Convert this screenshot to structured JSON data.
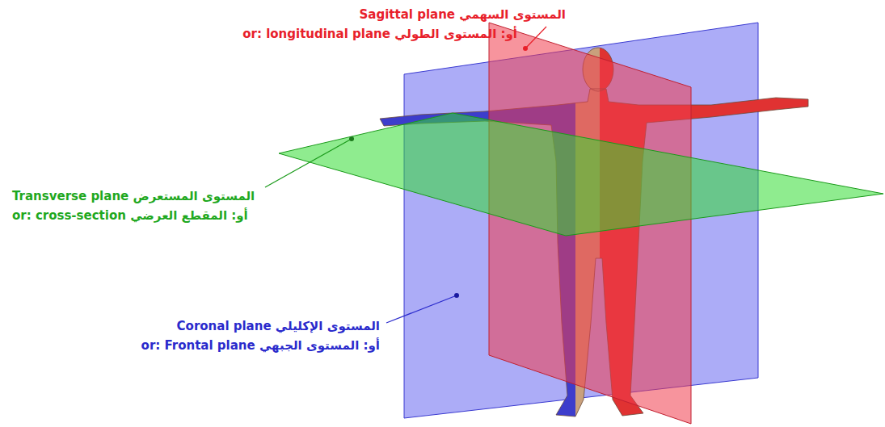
{
  "diagram": {
    "labels": [
      "Sagittal plane المستوى السهمي",
      "or: longitudinal plane أو: المستوى الطولي",
      "Transverse plane المستوى المستعرض",
      "or: cross-section أو: المقطع العرضي",
      "Coronal plane المستوى الإكليلي",
      "or: Frontal plane أو: المستوى الجبهي"
    ]
  }
}
